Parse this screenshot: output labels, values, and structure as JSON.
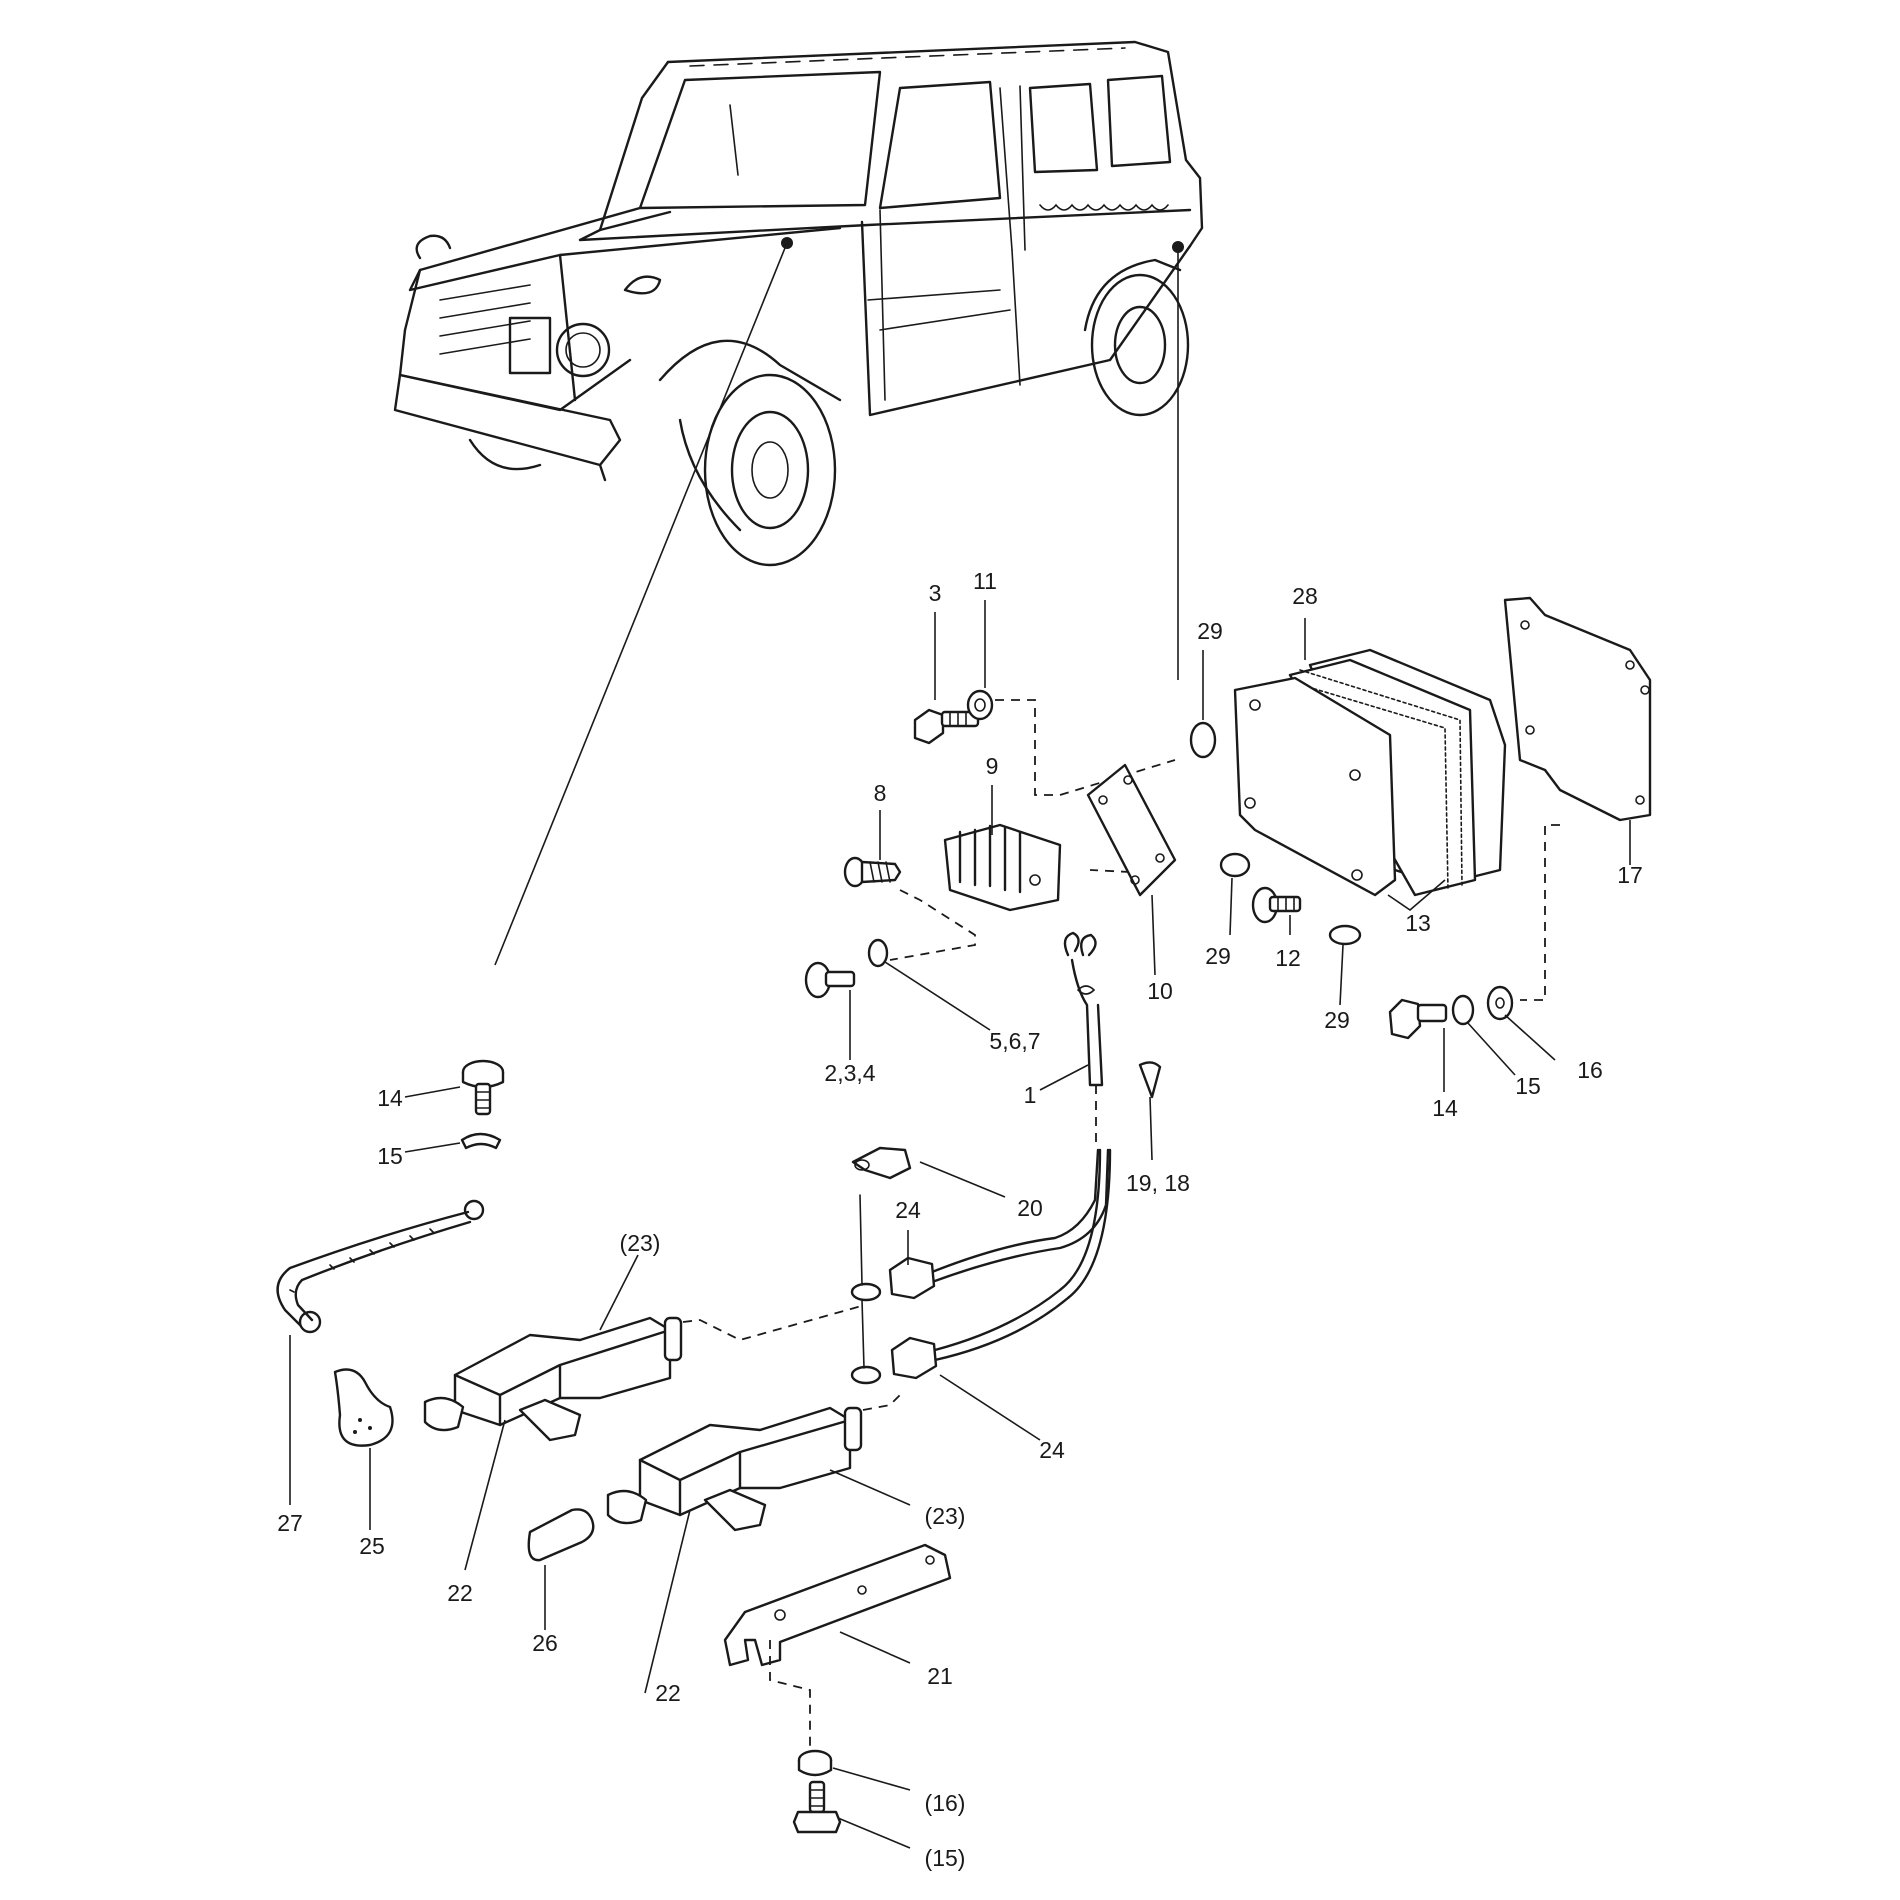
{
  "labels": {
    "p3": "3",
    "p11": "11",
    "p28": "28",
    "p29_top": "29",
    "p9": "9",
    "p8": "8",
    "p17": "17",
    "p13": "13",
    "p29_mid": "29",
    "p12": "12",
    "p10": "10",
    "p29_low": "29",
    "p5_6_7": "5,6,7",
    "p2_3_4": "2,3,4",
    "p1": "1",
    "p16_right": "16",
    "p15_right": "15",
    "p14_right": "14",
    "p19_18": "19, 18",
    "p14_left": "14",
    "p15_left": "15",
    "p20": "20",
    "p24_top": "24",
    "p23_top": "(23)",
    "p24_mid": "24",
    "p23_mid": "(23)",
    "p27": "27",
    "p25": "25",
    "p22_left": "22",
    "p26": "26",
    "p21": "21",
    "p22_low": "22",
    "p16_paren": "(16)",
    "p15_paren": "(15)"
  }
}
